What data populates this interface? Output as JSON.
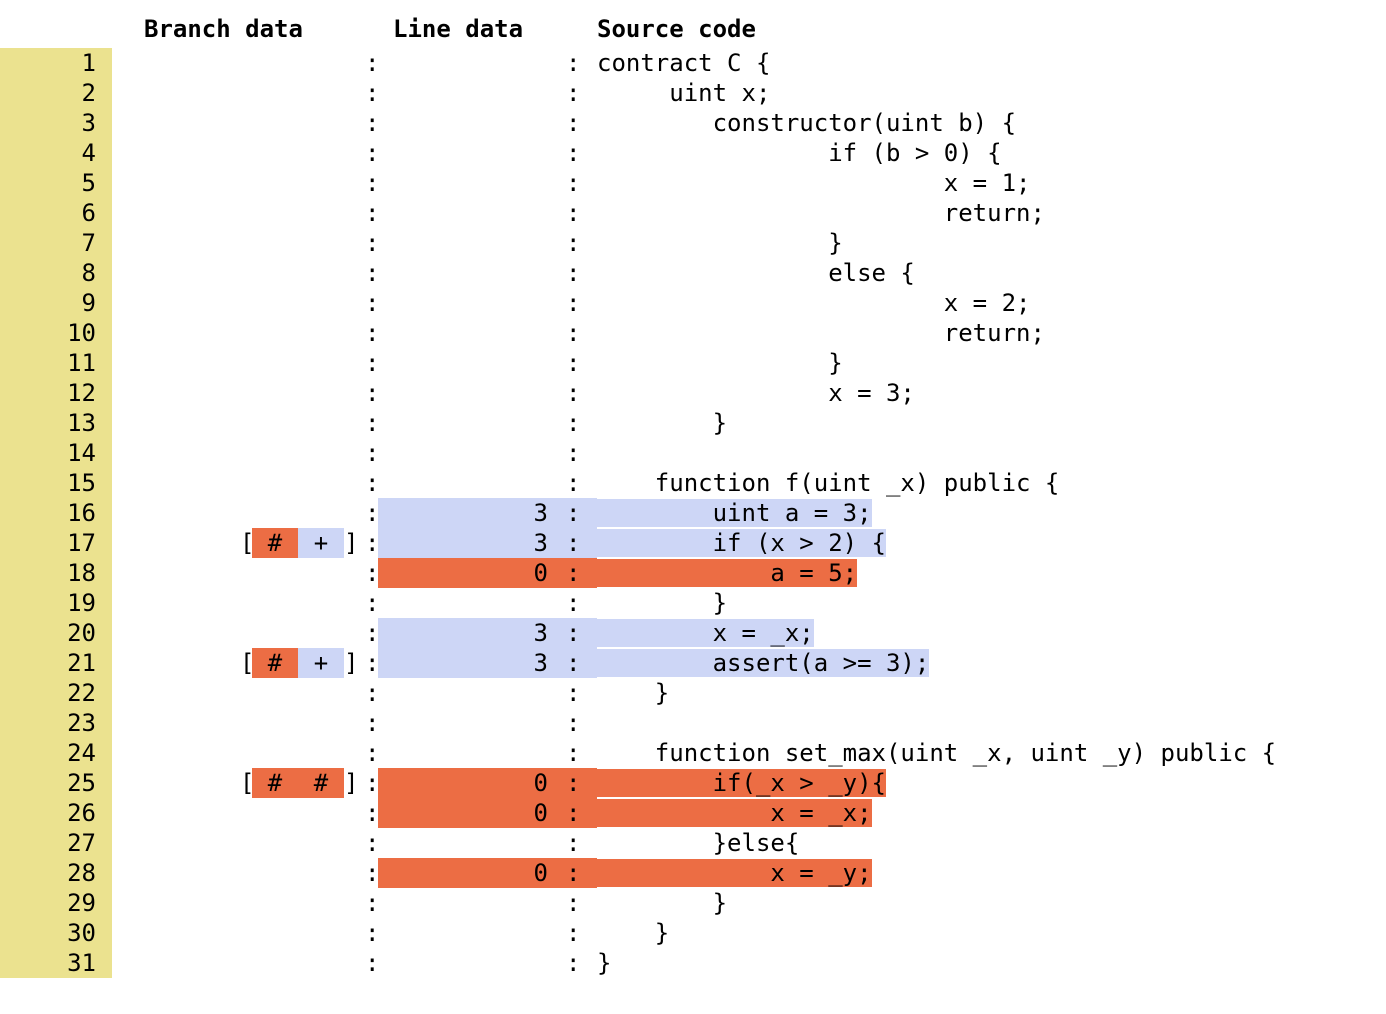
{
  "headers": {
    "branch": "Branch data",
    "line": "Line data",
    "source": "Source code"
  },
  "colors": {
    "line_number_bg": "#ebe28f",
    "hit_bg": "#cdd6f6",
    "not_hit_bg": "#ec6d44"
  },
  "separator": ":",
  "rows": [
    {
      "n": "1",
      "hits": "",
      "status": "none",
      "branches": [],
      "code": "contract C {"
    },
    {
      "n": "2",
      "hits": "",
      "status": "none",
      "branches": [],
      "code": "     uint x;"
    },
    {
      "n": "3",
      "hits": "",
      "status": "none",
      "branches": [],
      "code": "        constructor(uint b) {"
    },
    {
      "n": "4",
      "hits": "",
      "status": "none",
      "branches": [],
      "code": "                if (b > 0) {"
    },
    {
      "n": "5",
      "hits": "",
      "status": "none",
      "branches": [],
      "code": "                        x = 1;"
    },
    {
      "n": "6",
      "hits": "",
      "status": "none",
      "branches": [],
      "code": "                        return;"
    },
    {
      "n": "7",
      "hits": "",
      "status": "none",
      "branches": [],
      "code": "                }"
    },
    {
      "n": "8",
      "hits": "",
      "status": "none",
      "branches": [],
      "code": "                else {"
    },
    {
      "n": "9",
      "hits": "",
      "status": "none",
      "branches": [],
      "code": "                        x = 2;"
    },
    {
      "n": "10",
      "hits": "",
      "status": "none",
      "branches": [],
      "code": "                        return;"
    },
    {
      "n": "11",
      "hits": "",
      "status": "none",
      "branches": [],
      "code": "                }"
    },
    {
      "n": "12",
      "hits": "",
      "status": "none",
      "branches": [],
      "code": "                x = 3;"
    },
    {
      "n": "13",
      "hits": "",
      "status": "none",
      "branches": [],
      "code": "        }"
    },
    {
      "n": "14",
      "hits": "",
      "status": "none",
      "branches": [],
      "code": ""
    },
    {
      "n": "15",
      "hits": "",
      "status": "none",
      "branches": [],
      "code": "    function f(uint _x) public {"
    },
    {
      "n": "16",
      "hits": "3",
      "status": "hit",
      "branches": [],
      "code": "        uint a = 3;"
    },
    {
      "n": "17",
      "hits": "3",
      "status": "hit",
      "branches": [
        {
          "mark": "#",
          "taken": false
        },
        {
          "mark": "+",
          "taken": true
        }
      ],
      "code": "        if (x > 2) {"
    },
    {
      "n": "18",
      "hits": "0",
      "status": "nohit",
      "branches": [],
      "code": "            a = 5;"
    },
    {
      "n": "19",
      "hits": "",
      "status": "none",
      "branches": [],
      "code": "        }"
    },
    {
      "n": "20",
      "hits": "3",
      "status": "hit",
      "branches": [],
      "code": "        x = _x;"
    },
    {
      "n": "21",
      "hits": "3",
      "status": "hit",
      "branches": [
        {
          "mark": "#",
          "taken": false
        },
        {
          "mark": "+",
          "taken": true
        }
      ],
      "code": "        assert(a >= 3);"
    },
    {
      "n": "22",
      "hits": "",
      "status": "none",
      "branches": [],
      "code": "    }"
    },
    {
      "n": "23",
      "hits": "",
      "status": "none",
      "branches": [],
      "code": ""
    },
    {
      "n": "24",
      "hits": "",
      "status": "none",
      "branches": [],
      "code": "    function set_max(uint _x, uint _y) public {"
    },
    {
      "n": "25",
      "hits": "0",
      "status": "nohit",
      "branches": [
        {
          "mark": "#",
          "taken": false
        },
        {
          "mark": "#",
          "taken": false
        }
      ],
      "code": "        if(_x > _y){"
    },
    {
      "n": "26",
      "hits": "0",
      "status": "nohit",
      "branches": [],
      "code": "            x = _x;"
    },
    {
      "n": "27",
      "hits": "",
      "status": "none",
      "branches": [],
      "code": "        }else{"
    },
    {
      "n": "28",
      "hits": "0",
      "status": "nohit",
      "branches": [],
      "code": "            x = _y;"
    },
    {
      "n": "29",
      "hits": "",
      "status": "none",
      "branches": [],
      "code": "        }"
    },
    {
      "n": "30",
      "hits": "",
      "status": "none",
      "branches": [],
      "code": "    }"
    },
    {
      "n": "31",
      "hits": "",
      "status": "none",
      "branches": [],
      "code": "}"
    }
  ]
}
